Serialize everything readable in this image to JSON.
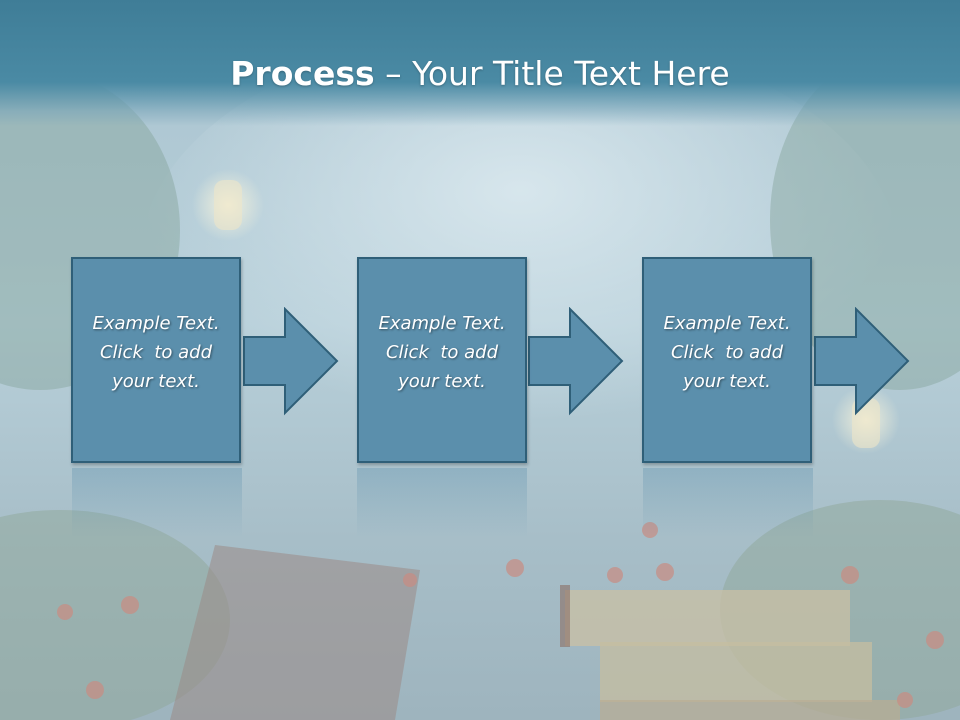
{
  "slide": {
    "title_bold": "Process",
    "title_rest": " – Your Title Text Here"
  },
  "steps": [
    {
      "line1": "Example Text.",
      "line2": "Click  to add",
      "line3": "your text."
    },
    {
      "line1": "Example Text.",
      "line2": "Click  to add",
      "line3": "your text."
    },
    {
      "line1": "Example Text.",
      "line2": "Click  to add",
      "line3": "your text."
    }
  ],
  "colors": {
    "title_bar": "#4a8aa4",
    "box_fill": "#5b8fac",
    "box_border": "#2f5f78",
    "text": "#ffffff"
  },
  "icons": {
    "connector": "right-arrow-icon"
  }
}
